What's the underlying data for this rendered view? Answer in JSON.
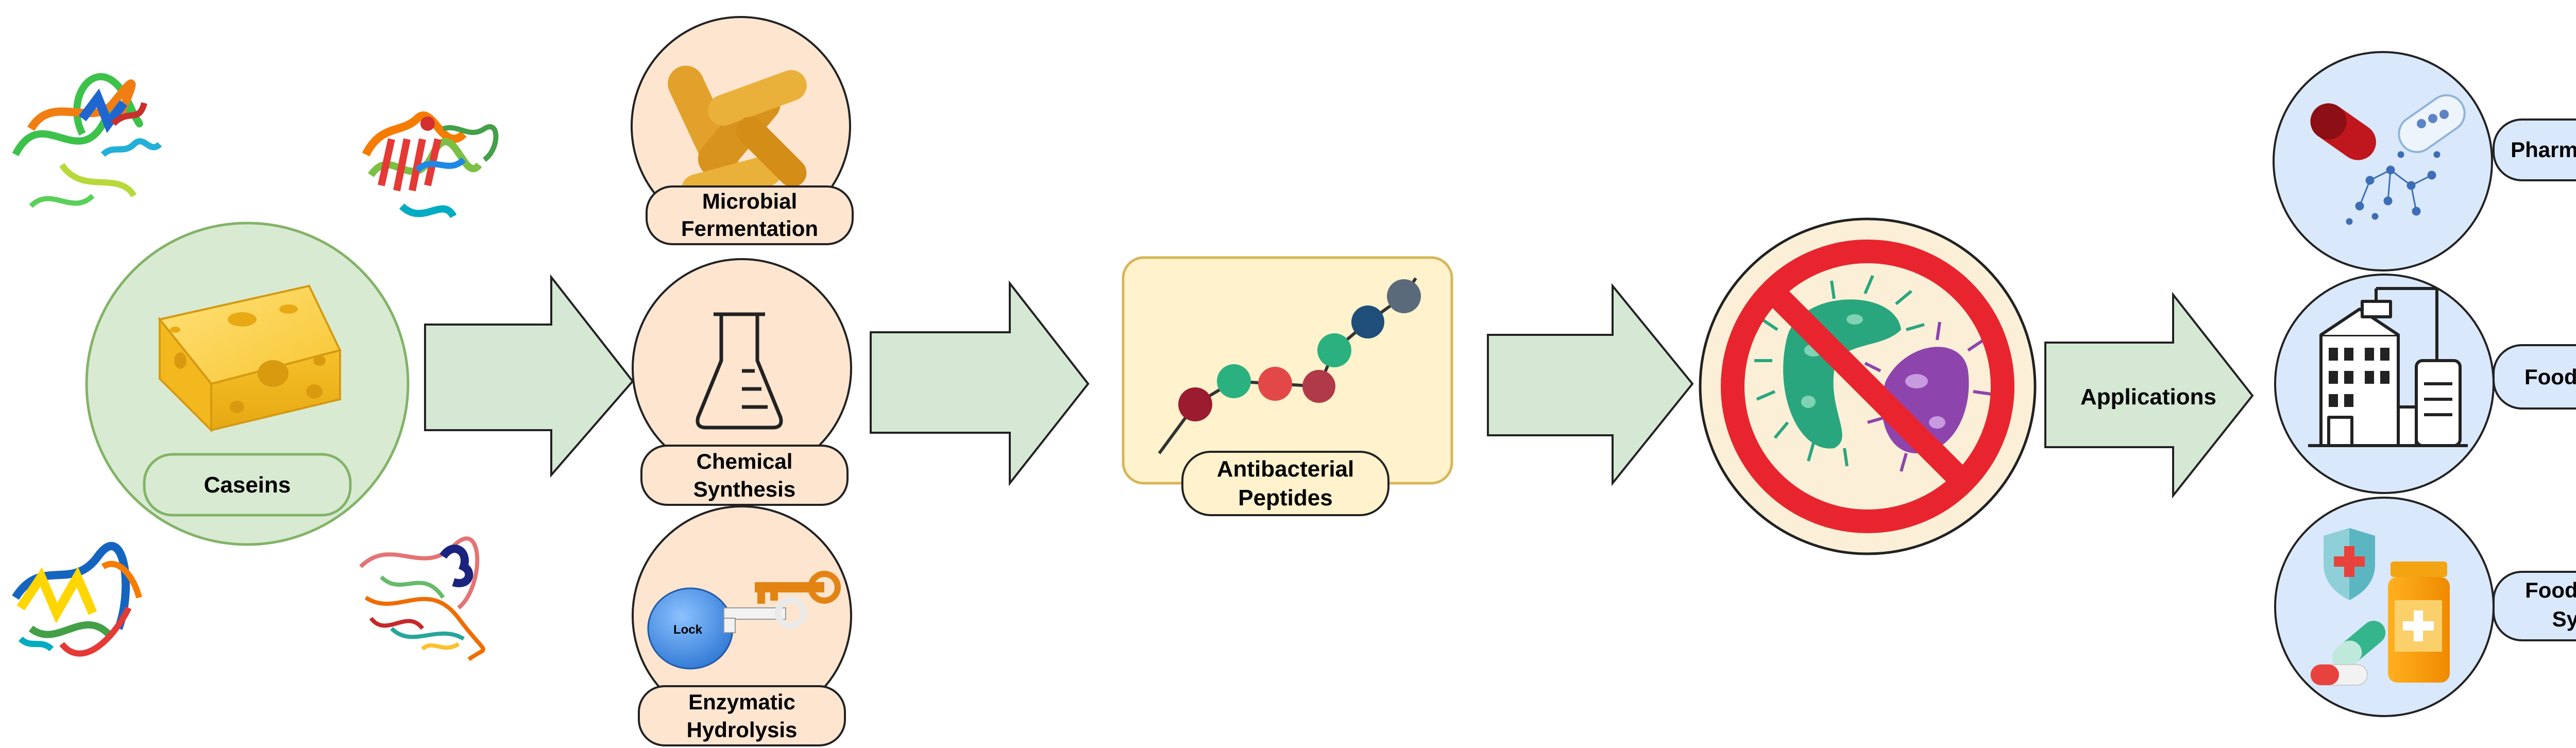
{
  "sources": {
    "caseins_label": "Caseins"
  },
  "methods": {
    "microbial": [
      "Microbial",
      "Fermentation"
    ],
    "chemical": [
      "Chemical",
      "Synthesis"
    ],
    "enzymatic": [
      "Enzymatic",
      "Hydrolysis"
    ],
    "lock_label": "Lock"
  },
  "peptides": {
    "label": [
      "Antibacterial",
      "Peptides"
    ]
  },
  "applications": {
    "arrow_label": "Applications",
    "pharma": "Pharmaceuticals",
    "food_industry": "Food Industry",
    "food_delivery": [
      "Food Delivery",
      "Systems"
    ]
  },
  "colors": {
    "casein_green": "#d9ead3",
    "casein_border": "#82b366",
    "method_fill": "#fde5d0",
    "peptide_fill": "#fff2cc",
    "peptide_border": "#d6b656",
    "arrow_fill": "#d5e8d4",
    "app_fill": "#dae8fc",
    "prohibit_red": "#e8252e",
    "bacteria_teal": "#2aa67f",
    "bacteria_purple": "#8e44ad"
  },
  "peptide_beads": [
    "#1e4e79",
    "#5a6a7a",
    "#1e4e79",
    "#2bb07f",
    "#b03a48",
    "#e34848",
    "#2bb07f",
    "#9b1b2f",
    "#1e4e79"
  ]
}
